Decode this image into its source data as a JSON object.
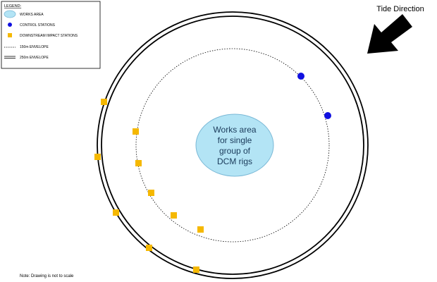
{
  "legend": {
    "title": "LEGEND:",
    "items": [
      {
        "label": "WORKS AREA",
        "symbol": "ellipse-icon"
      },
      {
        "label": "CONTROL STATIONS",
        "symbol": "blue-dot-icon"
      },
      {
        "label": "DOWNSTREAM IMPACT STATIONS",
        "symbol": "yellow-square-icon"
      },
      {
        "label": "150m ENVELOPE",
        "symbol": "dotted-line-icon"
      },
      {
        "label": "250m ENVELOPE",
        "symbol": "double-line-icon"
      }
    ]
  },
  "works_area": {
    "lines": [
      "Works area",
      "for single",
      "group of",
      "DCM rigs"
    ]
  },
  "tide": {
    "label": "Tide Direction",
    "icon": "arrow-down-left-icon"
  },
  "note": "Note: Drawing is not to scale",
  "colors": {
    "works_area_fill": "#b3e4f5",
    "works_area_stroke": "#7ab8d6",
    "control_station": "#1010e0",
    "impact_station": "#f5b800",
    "envelope": "#000000"
  }
}
